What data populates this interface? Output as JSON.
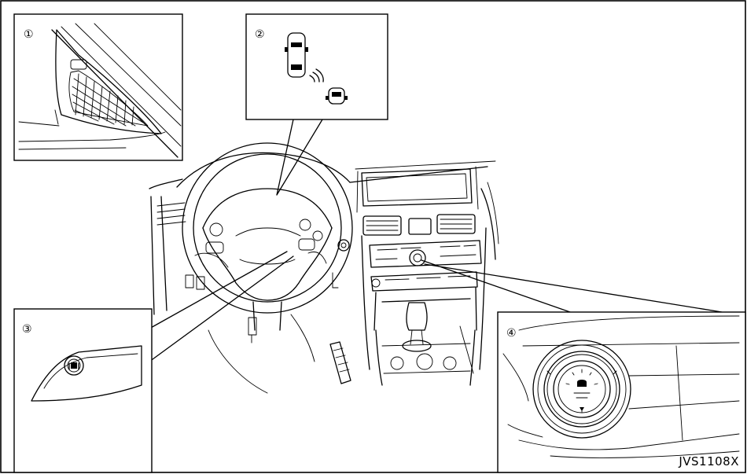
{
  "figure_code": "JVS1108X",
  "callouts": [
    "1",
    "2",
    "3",
    "4"
  ]
}
